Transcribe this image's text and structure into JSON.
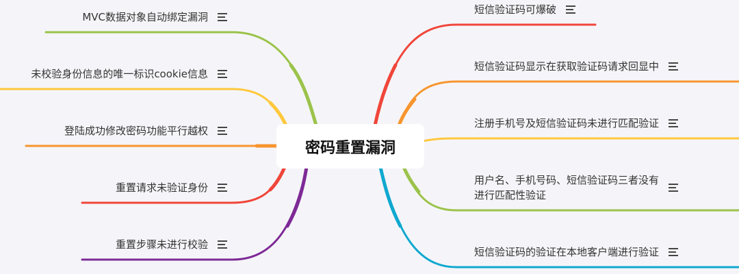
{
  "root": {
    "label": "密码重置漏洞"
  },
  "left_branches": [
    {
      "label": "MVC数据对象自动绑定漏洞",
      "color": "#9bc34a"
    },
    {
      "label": "未校验身份信息的唯一标识cookie信息",
      "color": "#ffc83d"
    },
    {
      "label": "登陆成功修改密码功能平行越权",
      "color": "#f7952e"
    },
    {
      "label": "重置请求未验证身份",
      "color": "#f0463a"
    },
    {
      "label": "重置步骤未进行校验",
      "color": "#7e2a96"
    }
  ],
  "right_branches": [
    {
      "label": "短信验证码可爆破",
      "color": "#f0463a"
    },
    {
      "label": "短信验证码显示在获取验证码请求回显中",
      "color": "#f7952e"
    },
    {
      "label": "注册手机号及短信验证码未进行匹配验证",
      "color": "#ffc83d"
    },
    {
      "label": "用户名、手机号码、短信验证码三者没有",
      "label_line2": "进行匹配性验证",
      "color": "#9bc34a"
    },
    {
      "label": "短信验证码的验证在本地客户端进行验证",
      "color": "#0fa8cf"
    }
  ],
  "icons": {
    "note": "notes-icon"
  }
}
